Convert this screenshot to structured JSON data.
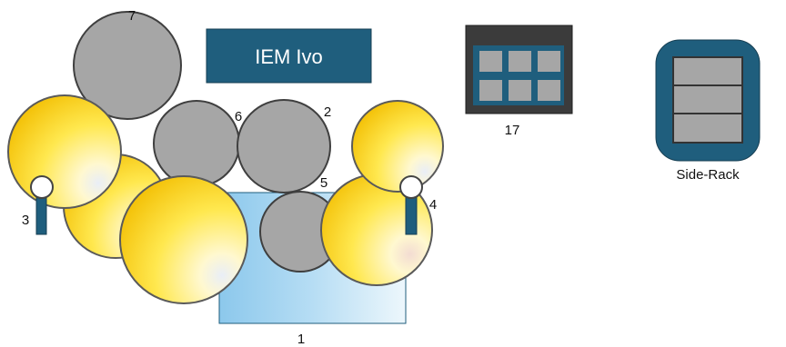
{
  "title": "IEM Ivo",
  "labels": {
    "base": "1",
    "roller_2": "2",
    "handle_left": "3",
    "handle_right": "4",
    "roller_5": "5",
    "roller_6": "6",
    "roller_7": "7",
    "tray": "17",
    "side_rack": "Side-Rack"
  },
  "colors": {
    "title_bg": "#1f5e7d",
    "gray_roller": "#a6a6a6",
    "yellow_light": "#fff9d6",
    "yellow_mid": "#ffe44d",
    "yellow_dark": "#f3be00",
    "tray_bg": "#3b3b3b",
    "rack_bg": "#1f5e7d",
    "base_light": "#e8f4fb",
    "base_dark": "#8cc8ec"
  }
}
